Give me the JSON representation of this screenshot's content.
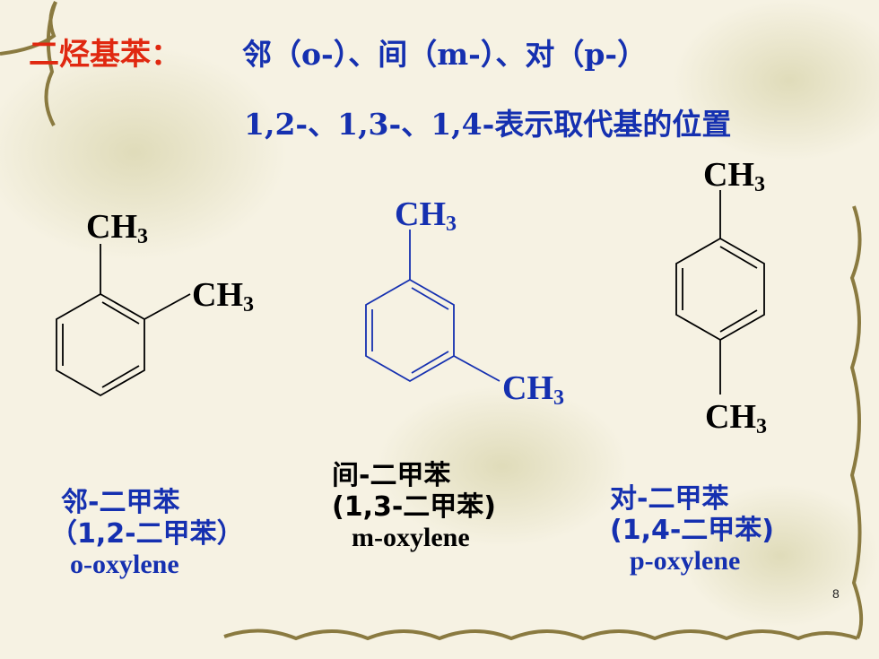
{
  "title": {
    "label": "二烃基苯：",
    "positions": "邻（o-）、间（m-）、对（p-）",
    "subtitle": "1,2-、1,3-、1,4-表示取代基的位置"
  },
  "group": {
    "ch": "CH",
    "sub": "3"
  },
  "isomers": [
    {
      "key": "ortho",
      "name": "邻-二甲苯",
      "numbering": "（1,2-二甲苯）",
      "english": "o-oxylene"
    },
    {
      "key": "meta",
      "name": "间-二甲苯",
      "numbering": "(1,3-二甲苯)",
      "english": "m-oxylene"
    },
    {
      "key": "para",
      "name": "对-二甲苯",
      "numbering": "(1,4-二甲苯)",
      "english": "p-oxylene"
    }
  ],
  "page_number": "8",
  "colors": {
    "title_red": "#e02810",
    "text_blue": "#1530b0",
    "structure_black": "#000000"
  }
}
